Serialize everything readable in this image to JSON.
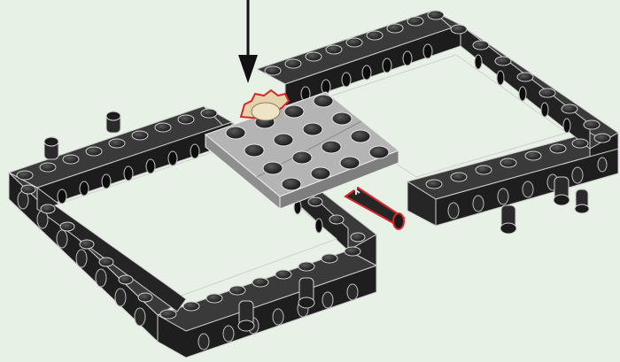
{
  "scene": {
    "background": "#e8f1e6",
    "brick_color": "#2b2b2b",
    "brick_top_color": "#3a3a3a",
    "brick_side_color": "#1e1e1e",
    "plate_color": "#9c9c9c",
    "plate_top_color": "#b4b4b4",
    "highlight_color": "#d8262b",
    "callout_arrow_color": "#111111",
    "parts": [
      {
        "name": "left-technic-frame",
        "icon": "technic-brick-frame-icon"
      },
      {
        "name": "right-technic-frame",
        "icon": "technic-brick-frame-icon"
      },
      {
        "name": "gray-plate-4x4",
        "icon": "plate-icon"
      },
      {
        "name": "bush-gear",
        "icon": "bush-icon",
        "highlighted": true
      },
      {
        "name": "axle",
        "icon": "axle-icon",
        "highlighted": true
      },
      {
        "name": "friction-pins",
        "icon": "pin-icon"
      }
    ]
  }
}
